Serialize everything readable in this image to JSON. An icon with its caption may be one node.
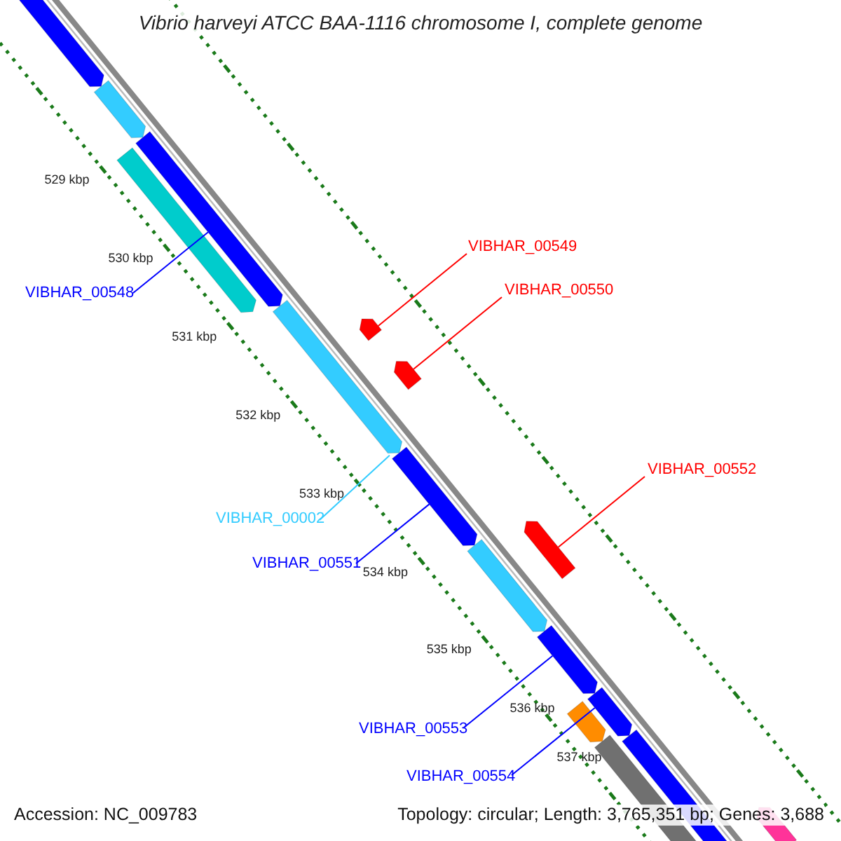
{
  "diagram": {
    "title": "Vibrio harveyi ATCC BAA-1116 chromosome I, complete genome",
    "nodes": [
      {
        "text": [
          "VIBHAR_00549"
        ]
      },
      {
        "text": [
          "VIBHAR_00550"
        ]
      },
      {
        "text": [
          "VIBHAR_00548"
        ]
      },
      {
        "text": [
          "VIBHAR_00552"
        ]
      },
      {
        "text": [
          "VIBHAR_00002"
        ]
      },
      {
        "text": [
          "VIBHAR_00551"
        ]
      },
      {
        "text": [
          "VIBHAR_00553"
        ]
      },
      {
        "text": [
          "VIBHAR_00554"
        ]
      },
      {
        "text": [],
        "shape": "bar"
      },
      {
        "text": [],
        "shape": "bar"
      },
      {
        "text": [],
        "shape": "bar"
      },
      {
        "text": [],
        "shape": "bar"
      },
      {
        "text": [],
        "shape": "bar"
      },
      {
        "text": [],
        "shape": "bar"
      },
      {
        "text": [],
        "shape": "bar"
      },
      {
        "text": [],
        "shape": "bar"
      }
    ],
    "edges": [
      {
        "from": 0,
        "to": 9,
        "arrow": "none",
        "color": "#ff0000"
      },
      {
        "from": 1,
        "to": 11,
        "arrow": "none",
        "color": "#ff0000"
      },
      {
        "from": 2,
        "to": 8,
        "arrow": "none"
      },
      {
        "from": 3,
        "to": 13,
        "arrow": "none",
        "color": "#ff0000"
      },
      {
        "from": 4,
        "to": 10,
        "arrow": "none",
        "color": "#33ccff"
      },
      {
        "from": 5,
        "to": 12,
        "arrow": "none"
      },
      {
        "from": 6,
        "to": 14,
        "arrow": "none"
      },
      {
        "from": 7,
        "to": 15,
        "arrow": "none"
      }
    ],
    "labels": [
      "529 kbp",
      "530 kbp",
      "531 kbp",
      "532 kbp",
      "533 kbp",
      "534 kbp",
      "535 kbp",
      "536 kbp",
      "537 kbp",
      "Accession: NC_009783",
      "Topology: circular; Length: 3,765,351 bp; Genes: 3,688"
    ]
  }
}
